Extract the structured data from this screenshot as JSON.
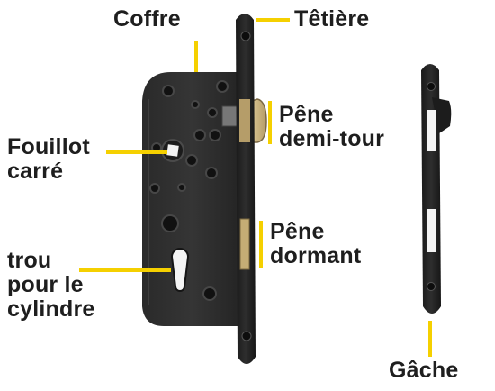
{
  "labels": {
    "coffre": "Coffre",
    "tetiere": "Têtière",
    "pene_demi_tour": [
      "Pêne",
      "demi-tour"
    ],
    "fouillot_carre": [
      "Fouillot",
      "carré"
    ],
    "pene_dormant": [
      "Pêne",
      "dormant"
    ],
    "trou_cylindre": [
      "trou",
      "pour le",
      "cylindre"
    ],
    "gache": "Gâche"
  },
  "colors": {
    "leader_line": "#f5d000",
    "lock_body": "#2b2b2b",
    "faceplate": "#1f1f1f",
    "brass_latch": "#c9b27c",
    "label_text": "#1e1e1e"
  }
}
